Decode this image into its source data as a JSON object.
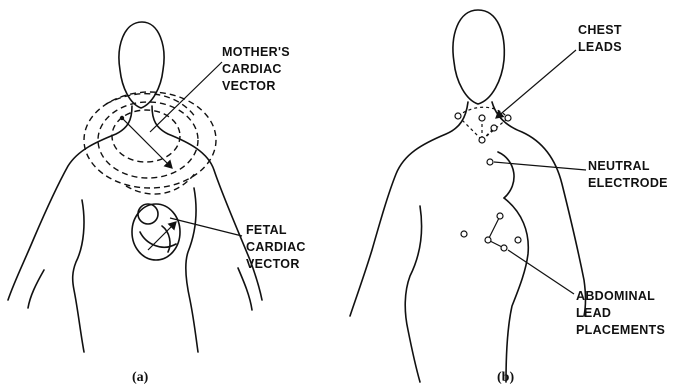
{
  "panel_a": {
    "label_mother": [
      "MOTHER'S",
      "CARDIAC",
      "VECTOR"
    ],
    "label_fetal": [
      "FETAL",
      "CARDIAC",
      "VECTOR"
    ],
    "caption": "(a)"
  },
  "panel_b": {
    "label_chest": [
      "CHEST",
      "LEADS"
    ],
    "label_neutral": [
      "NEUTRAL",
      "ELECTRODE"
    ],
    "label_abdominal": [
      "ABDOMINAL",
      "LEAD",
      "PLACEMENTS"
    ],
    "caption": "(b)"
  }
}
